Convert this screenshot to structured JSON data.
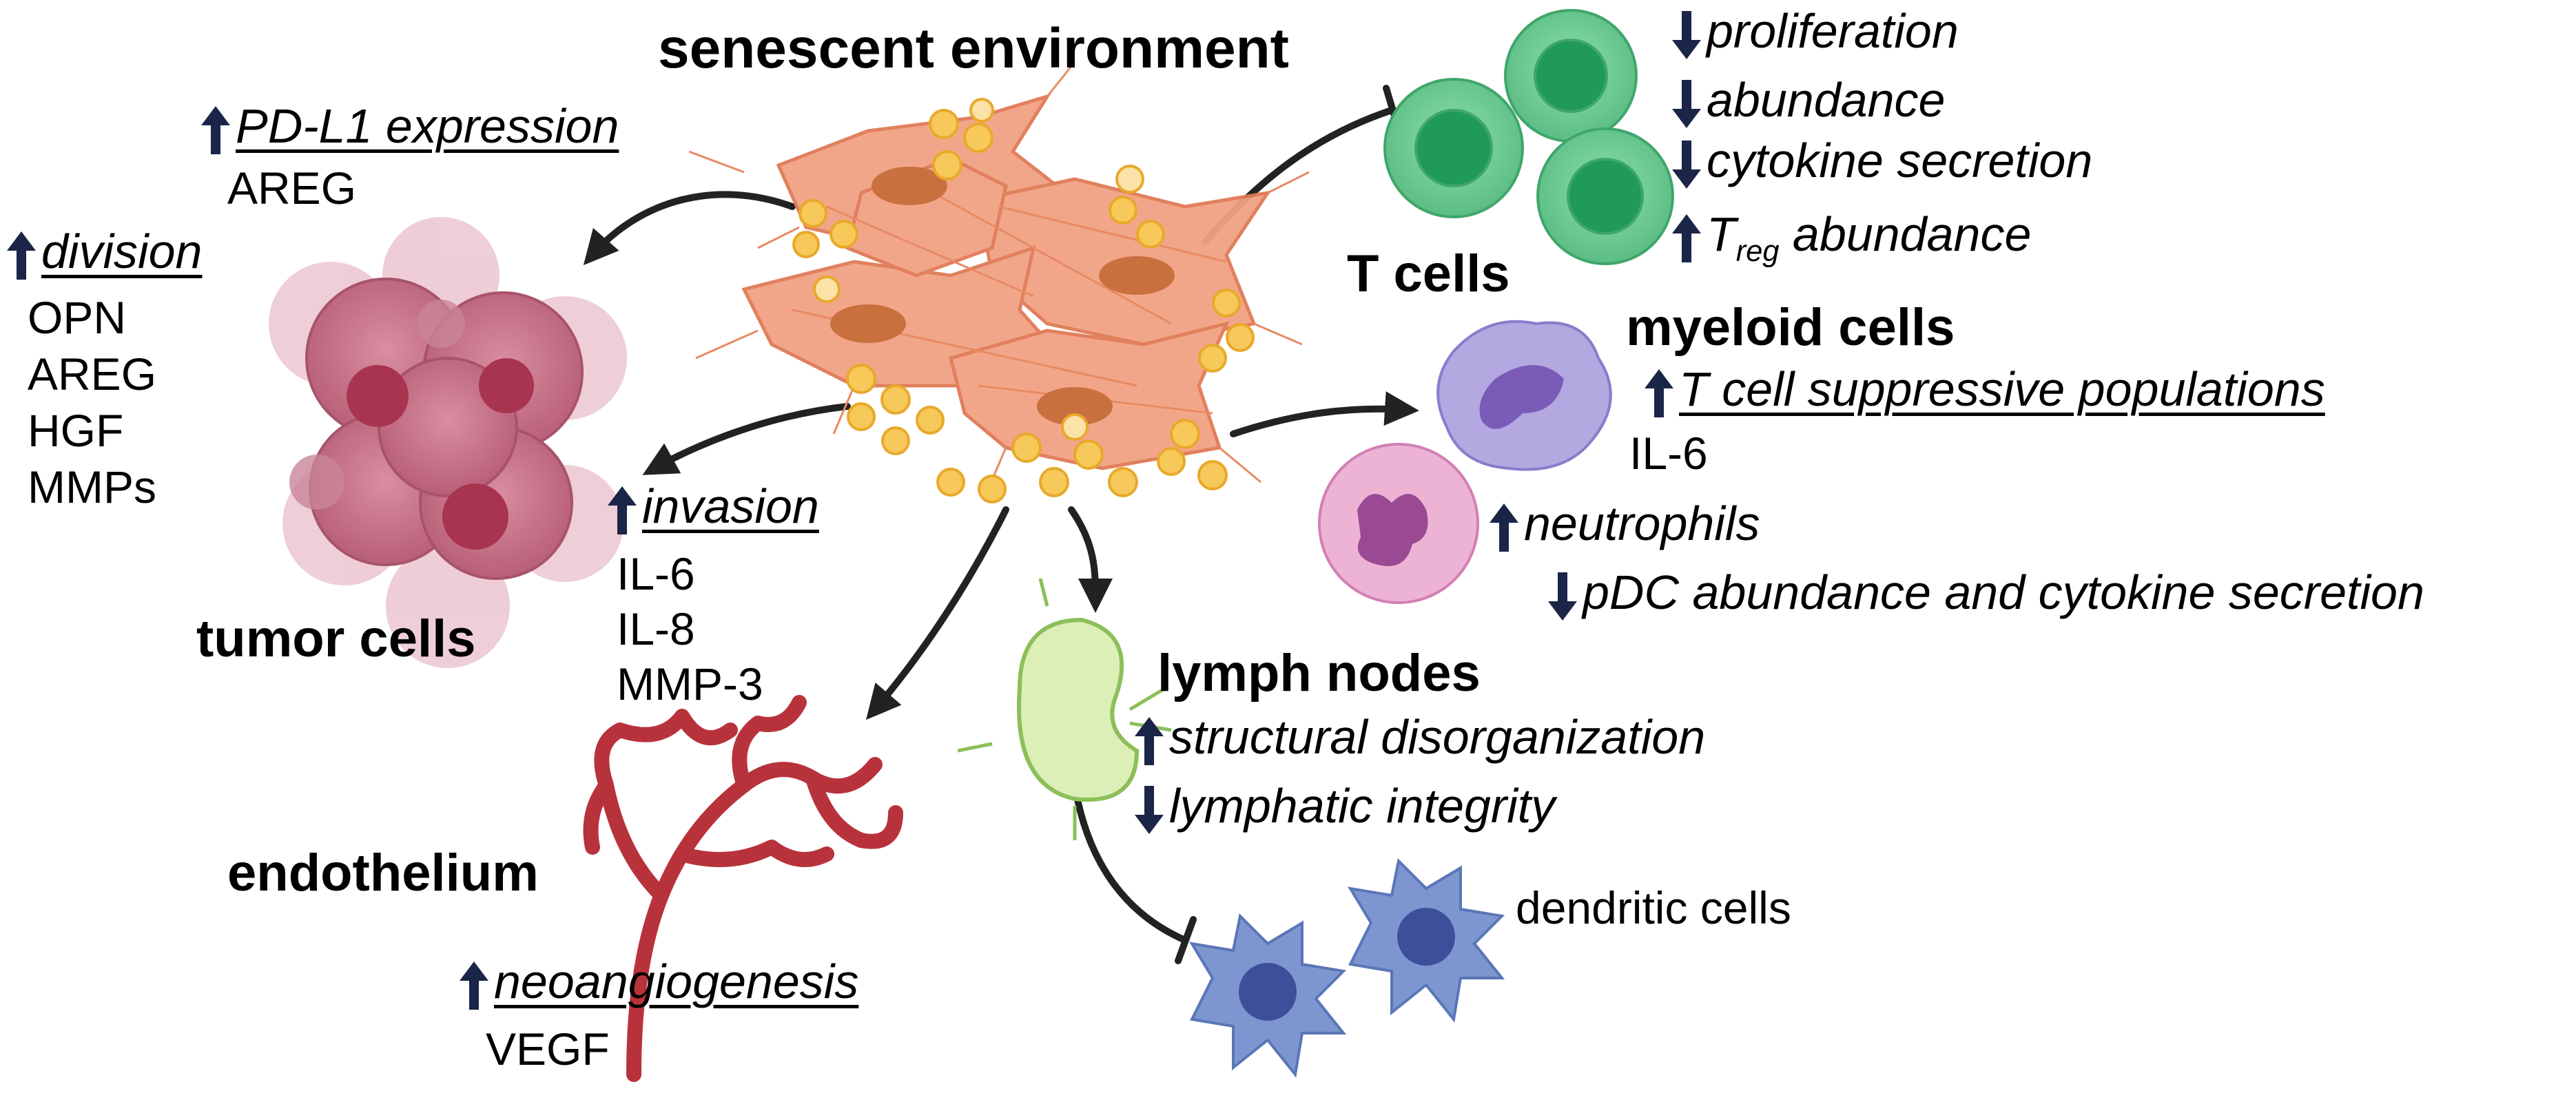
{
  "title": "senescent environment",
  "tumor": {
    "label": "tumor cells",
    "pdl1_effect": "PD-L1 expression",
    "pdl1_factors": [
      "AREG"
    ],
    "division_effect": "division",
    "division_factors": [
      "OPN",
      "AREG",
      "HGF",
      "MMPs"
    ],
    "invasion_effect": "invasion",
    "invasion_factors": [
      "IL-6",
      "IL-8",
      "MMP-3"
    ]
  },
  "endothelium": {
    "label": "endothelium",
    "effect": "neoangiogenesis",
    "factors": [
      "VEGF"
    ]
  },
  "tcells": {
    "label": "T cells",
    "effects": [
      "proliferation",
      "abundance",
      "cytokine secretion"
    ],
    "treg_T": "T",
    "treg_sub": "reg",
    "treg_rest": " abundance"
  },
  "myeloid": {
    "label": "myeloid cells",
    "effect": "T cell suppressive populations",
    "factors": [
      "IL-6"
    ],
    "neutrophils": "neutrophils",
    "pdc": "pDC abundance and cytokine secretion"
  },
  "lymph": {
    "label": "lymph nodes",
    "effects": [
      "structural disorganization",
      "lymphatic integrity"
    ]
  },
  "dendritic": {
    "label": "dendritic cells"
  },
  "colors": {
    "up_arrow": "#1b2547",
    "fibroblast": "#f2a283",
    "fibroblast_nucleus": "#c9703f",
    "granule": "#f7c85a",
    "tumor": "#c86f86",
    "tcell": "#6fcf95",
    "tcell_nucleus": "#1f9a59",
    "myeloid": "#a79ad9",
    "neutrophil": "#e9a6cf",
    "lymph": "#dcefb6",
    "vessel": "#b8323c",
    "dendritic": "#7d96cf"
  }
}
